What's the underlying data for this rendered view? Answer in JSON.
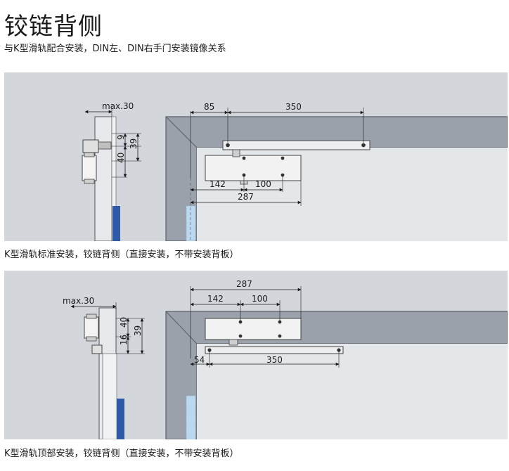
{
  "header": {
    "title": "铰链背侧",
    "subtitle": "与K型滑轨配合安装，DIN左、DIN右手门安装镜像关系"
  },
  "diagrams": [
    {
      "caption": "K型滑轨标准安装，铰链背侧（直接安装，不带安装背板）",
      "labels": {
        "max": "max.30",
        "d9": "9",
        "d39": "39",
        "d40": "40",
        "d85": "85",
        "d350": "350",
        "d142": "142",
        "d100": "100",
        "d287": "287"
      }
    },
    {
      "caption": "K型滑轨顶部安装，铰链背侧（直接安装，不带安装背板）",
      "labels": {
        "max": "max.30",
        "d287": "287",
        "d142": "142",
        "d100": "100",
        "d40": "40",
        "d16": "16",
        "d39": "39",
        "d54": "54",
        "d350": "350"
      }
    }
  ],
  "colors": {
    "panel_bg": "#d3d7dc",
    "frame": "#9aa1aa",
    "frame_dark": "#6b7178",
    "door_blue": "#2f5aa8",
    "glass": "#bcd8ee"
  }
}
